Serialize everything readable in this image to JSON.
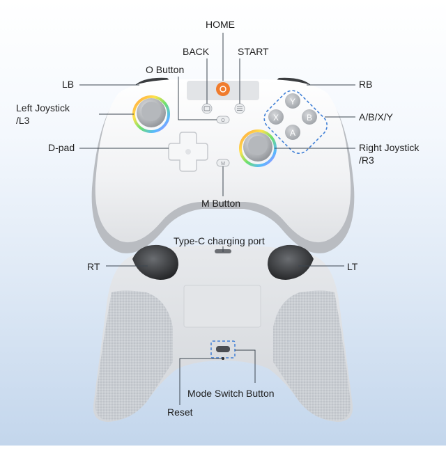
{
  "labels": {
    "home": "HOME",
    "back": "BACK",
    "start": "START",
    "o_button": "O Button",
    "lb": "LB",
    "rb": "RB",
    "left_joystick": "Left Joystick",
    "left_joystick_alt": "/L3",
    "abxy": "A/B/X/Y",
    "dpad": "D-pad",
    "right_joystick": "Right Joystick",
    "right_joystick_alt": "/R3",
    "m_button": "M Button",
    "typec": "Type-C charging port",
    "rt": "RT",
    "lt": "LT",
    "mode_switch": "Mode Switch Button",
    "reset": "Reset"
  },
  "face_buttons": {
    "y": "Y",
    "x": "X",
    "b": "B",
    "a": "A"
  },
  "small_button_glyphs": {
    "m": "M",
    "o": "O"
  },
  "colors": {
    "shell": "#f1f2f4",
    "shell_grey": "#b9bcc1",
    "home_orange": "#f07c2e",
    "grip": "#c9cdd2",
    "leader": "#3c4650",
    "dashed_highlight": "#3f7fd6",
    "rgb_ring": [
      "#ff9a3c",
      "#ffe24d",
      "#6ce06c",
      "#57b8ff",
      "#c77dff"
    ]
  }
}
